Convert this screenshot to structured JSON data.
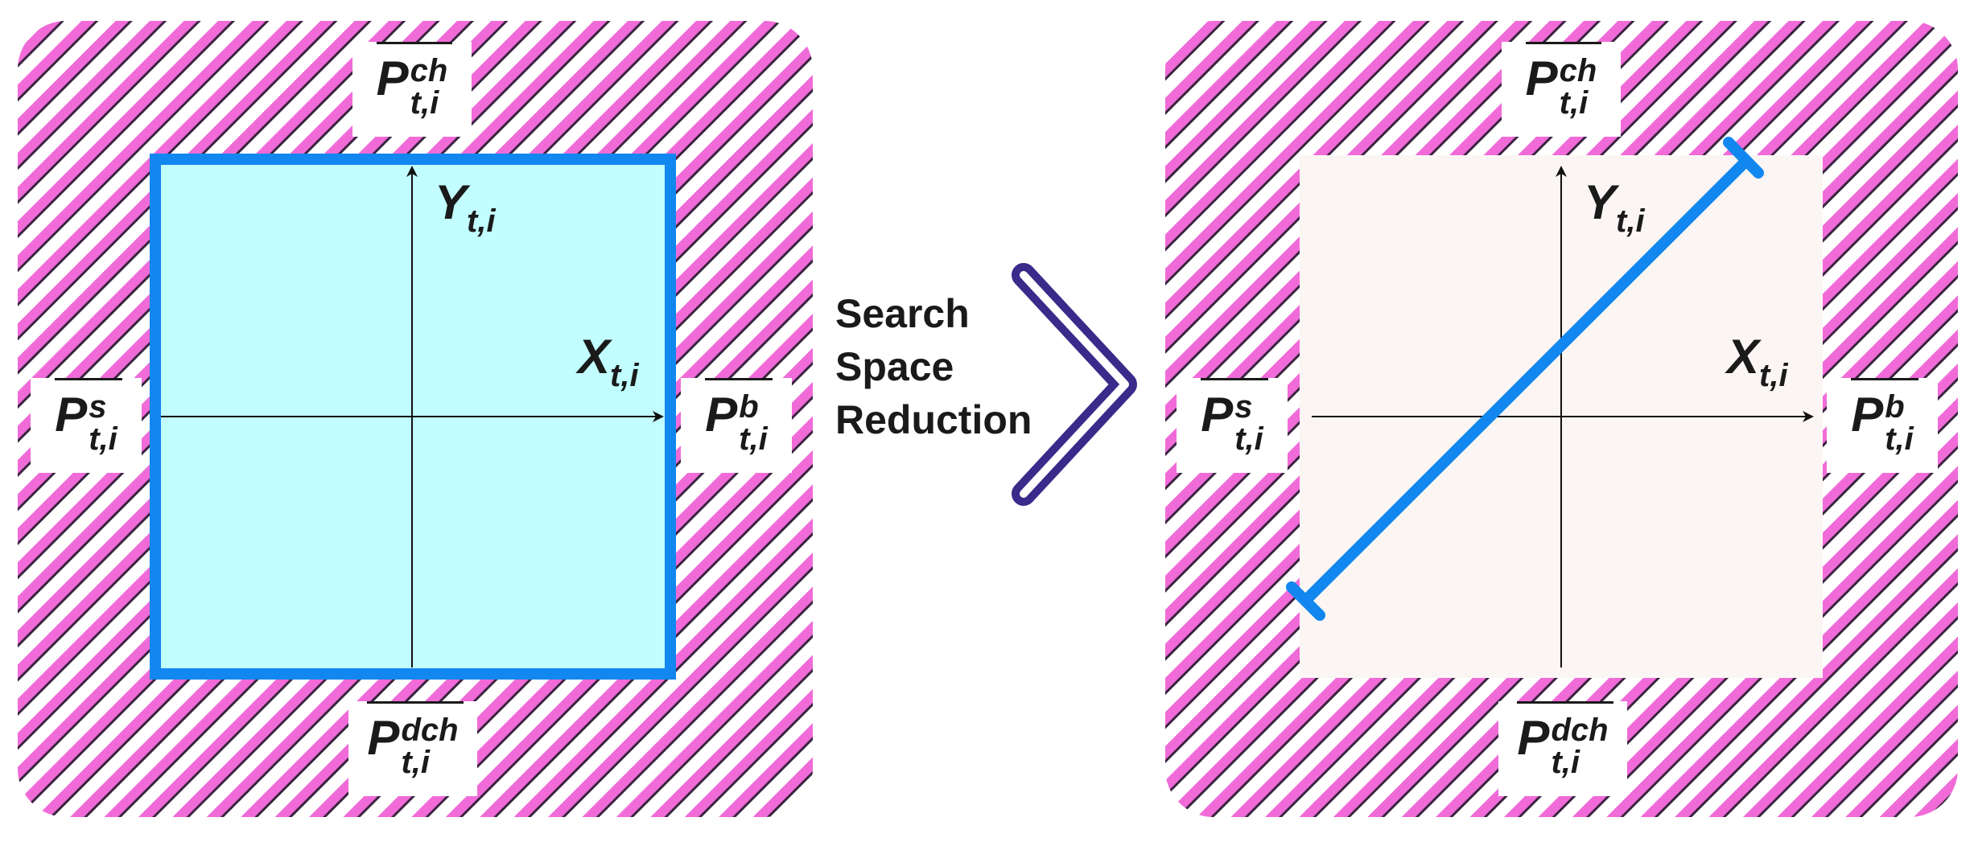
{
  "colors": {
    "hatch_pink": "#f06bd8",
    "hatch_dark": "#3a2440",
    "feasible_fill": "#c2fdff",
    "feasible_border": "#1187ef",
    "reduced_fill": "#fbf6f4",
    "line_color": "#1187ef",
    "arrow_chevron": "#3a2a8a",
    "axis": "#111111"
  },
  "middle": {
    "line1": "Search",
    "line2": "Space",
    "line3": "Reduction"
  },
  "left_panel": {
    "y_axis": {
      "base": "Y",
      "sub": "t,i"
    },
    "x_axis": {
      "base": "X",
      "sub": "t,i"
    },
    "top_bound": {
      "base": "P",
      "sup": "ch",
      "sub": "t,i"
    },
    "bottom_bound": {
      "base": "P",
      "sup": "dch",
      "sub": "t,i"
    },
    "left_bound": {
      "base": "P",
      "sup": "s",
      "sub": "t,i"
    },
    "right_bound": {
      "base": "P",
      "sup": "b",
      "sub": "t,i"
    }
  },
  "right_panel": {
    "y_axis": {
      "base": "Y",
      "sub": "t,i"
    },
    "x_axis": {
      "base": "X",
      "sub": "t,i"
    },
    "top_bound": {
      "base": "P",
      "sup": "ch",
      "sub": "t,i"
    },
    "bottom_bound": {
      "base": "P",
      "sup": "dch",
      "sub": "t,i"
    },
    "left_bound": {
      "base": "P",
      "sup": "s",
      "sub": "t,i"
    },
    "right_bound": {
      "base": "P",
      "sup": "b",
      "sub": "t,i"
    }
  }
}
